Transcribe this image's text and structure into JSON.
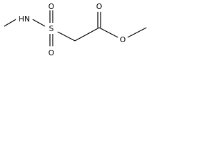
{
  "molecule": {
    "atoms": {
      "nh": "HN",
      "s": "S",
      "o_sulfonyl_top": "O",
      "o_sulfonyl_bottom": "O",
      "o_carbonyl": "O",
      "o_ester": "O"
    }
  }
}
